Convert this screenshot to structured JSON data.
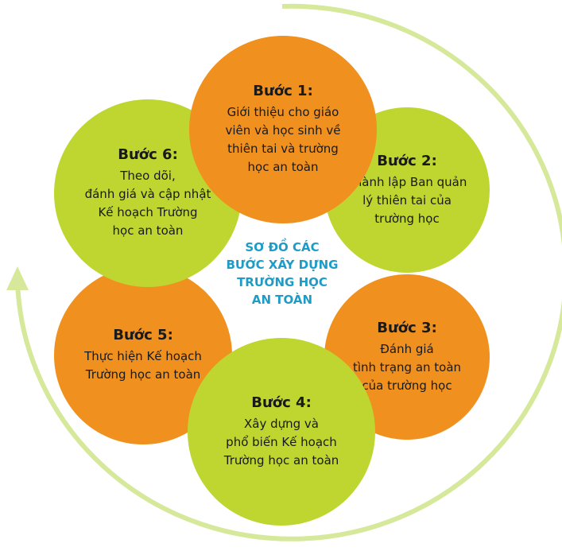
{
  "diagram": {
    "center_title": "SƠ ĐỒ CÁC\nBƯỚC XÂY DỰNG\nTRƯỜNG HỌC\nAN TOÀN",
    "colors": {
      "orange": "#F0901E",
      "green": "#BED62F",
      "accent_blue": "#1E9CC8",
      "arrow": "#D6E89A"
    },
    "steps": [
      {
        "title": "Bước 1:",
        "desc": "Giới thiệu cho giáo\nviên và học sinh về\nthiên tai và trường\nhọc an toàn",
        "color": "orange"
      },
      {
        "title": "Bước 2:",
        "desc": "Thành lập Ban quản\nlý thiên tai của\ntrường học",
        "color": "green"
      },
      {
        "title": "Bước 3:",
        "desc": "Đánh giá\ntình trạng an toàn\ncủa trường học",
        "color": "orange"
      },
      {
        "title": "Bước 4:",
        "desc": "Xây dựng và\nphổ biến Kế hoạch\nTrường học an toàn",
        "color": "green"
      },
      {
        "title": "Bước 5:",
        "desc": "Thực hiện Kế hoạch\nTrường học an toàn",
        "color": "orange"
      },
      {
        "title": "Bước 6:",
        "desc": "Theo dõi,\nđánh giá và cập nhật\nKế hoạch Trường\nhọc an toàn",
        "color": "green"
      }
    ]
  }
}
